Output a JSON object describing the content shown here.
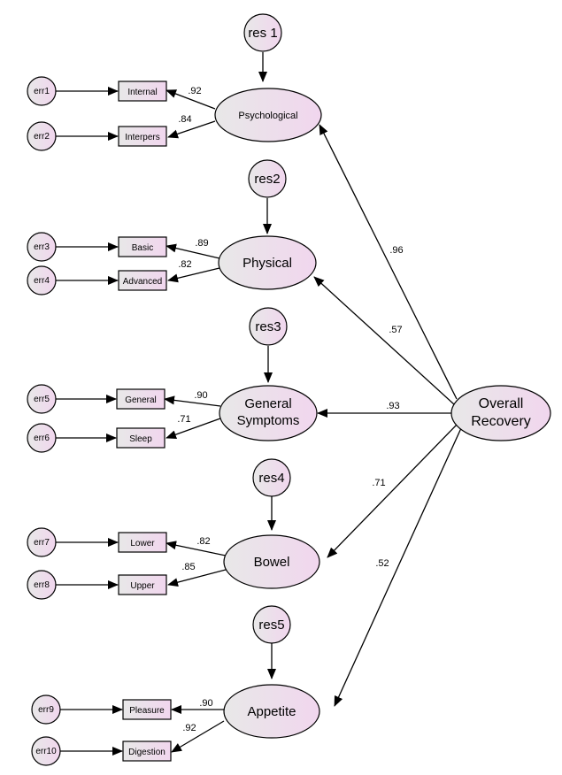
{
  "colors": {
    "fill_light": "#e8e8e8",
    "fill_pink": "#f1d6ee",
    "stroke": "#000000"
  },
  "nodes": {
    "res1": "res 1",
    "res2": "res2",
    "res3": "res3",
    "res4": "res4",
    "res5": "res5",
    "err1": "err1",
    "err2": "err2",
    "err3": "err3",
    "err4": "err4",
    "err5": "err5",
    "err6": "err6",
    "err7": "err7",
    "err8": "err8",
    "err9": "err9",
    "err10": "err10",
    "internal": "Internal",
    "interpers": "Interpers",
    "basic": "Basic",
    "advanced": "Advanced",
    "general": "General",
    "sleep": "Sleep",
    "lower": "Lower",
    "upper": "Upper",
    "pleasure": "Pleasure",
    "digestion": "Digestion",
    "psychological": "Psychological",
    "physical": "Physical",
    "general_symptoms_1": "General",
    "general_symptoms_2": "Symptoms",
    "bowel": "Bowel",
    "appetite": "Appetite",
    "overall_1": "Overall",
    "overall_2": "Recovery"
  },
  "coefficients": {
    "internal": ".92",
    "interpers": ".84",
    "basic": ".89",
    "advanced": ".82",
    "general": ".90",
    "sleep": ".71",
    "lower": ".82",
    "upper": ".85",
    "pleasure": ".90",
    "digestion": ".92",
    "psychological": ".96",
    "physical": ".57",
    "general_symptoms": ".93",
    "bowel": ".71",
    "appetite": ".52"
  }
}
